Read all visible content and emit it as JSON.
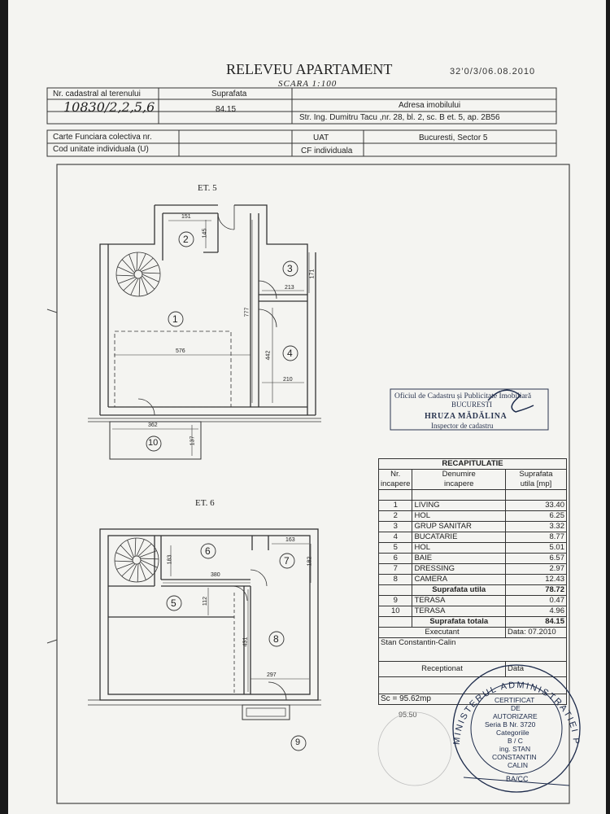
{
  "header": {
    "title": "RELEVEU APARTAMENT",
    "scale": "SCARA 1:100",
    "doc_number": "32’0/3/06.08.2010"
  },
  "info": {
    "cadastral_label": "Nr. cadastral al terenului",
    "cadastral_value": "10830/2,2,5,6",
    "surface_label": "Suprafata",
    "surface_value": "84.15",
    "address_label": "Adresa imobilului",
    "address_value": "Str. Ing. Dumitru Tacu ,nr. 28, bl. 2, sc. B et. 5, ap. 2B56",
    "cf_label": "Carte Funciara colectiva nr.",
    "uat_label": "UAT",
    "uat_value": "Bucuresti, Sector 5",
    "unit_code_label": "Cod unitate individuala (U)",
    "cf_individual_label": "CF individuala"
  },
  "floor5": {
    "label": "ET. 5",
    "rooms": [
      "1",
      "2",
      "3",
      "4",
      "10"
    ],
    "dims": [
      "151",
      "145",
      "171",
      "213",
      "777",
      "576",
      "442",
      "210",
      "362",
      "137"
    ]
  },
  "floor6": {
    "label": "ET. 6",
    "rooms": [
      "5",
      "6",
      "7",
      "8",
      "9"
    ],
    "dims": [
      "163",
      "183",
      "182",
      "380",
      "112",
      "431",
      "297"
    ]
  },
  "stamp": {
    "line1": "Oficiul de Cadastru și Publicitate Imobiliară",
    "line2": "BUCURESTI",
    "name": "HRUZA MĂDĂLINA",
    "role": "Inspector de cadastru"
  },
  "recap": {
    "title": "RECAPITULATIE",
    "h_nr": "Nr.",
    "h_nr2": "incapere",
    "h_name": "Denumire",
    "h_name2": "incapere",
    "h_area": "Suprafata",
    "h_area2": "utila [mp]",
    "rows": [
      {
        "nr": "1",
        "name": "LIVING",
        "area": "33.40"
      },
      {
        "nr": "2",
        "name": "HOL",
        "area": "6.25"
      },
      {
        "nr": "3",
        "name": "GRUP SANITAR",
        "area": "3.32"
      },
      {
        "nr": "4",
        "name": "BUCATARIE",
        "area": "8.77"
      },
      {
        "nr": "5",
        "name": "HOL",
        "area": "5.01"
      },
      {
        "nr": "6",
        "name": "BAIE",
        "area": "6.57"
      },
      {
        "nr": "7",
        "name": "DRESSING",
        "area": "2.97"
      },
      {
        "nr": "8",
        "name": "CAMERA",
        "area": "12.43"
      }
    ],
    "util_label": "Suprafata utila",
    "util_value": "78.72",
    "terrace_rows": [
      {
        "nr": "9",
        "name": "TERASA",
        "area": "0.47"
      },
      {
        "nr": "10",
        "name": "TERASA",
        "area": "4.96"
      }
    ],
    "total_label": "Suprafata totala",
    "total_value": "84.15",
    "executant_label": "Executant",
    "executant_date": "Data: 07.2010",
    "executant_name": "Stan Constantin-Calin",
    "receptionat_label": "Receptionat",
    "receptionat_date": "Data",
    "sc_label": "Sc = 95.62mp",
    "sc_extra": "95.50"
  },
  "cert": {
    "ring": "MINISTERUL ADMINISTRATIEI PUBLICE",
    "l1": "CERTIFICAT",
    "l2": "DE",
    "l3": "AUTORIZARE",
    "l4": "Seria B Nr. 3720",
    "l5": "Categoriile",
    "l6": "B / C",
    "l7": "ing. STAN",
    "l8": "CONSTANTIN",
    "l9": "CALIN",
    "l10": "BA/CC"
  },
  "colors": {
    "ink": "#222222",
    "stamp": "#1c2a4a",
    "paper": "#f4f4f1"
  }
}
